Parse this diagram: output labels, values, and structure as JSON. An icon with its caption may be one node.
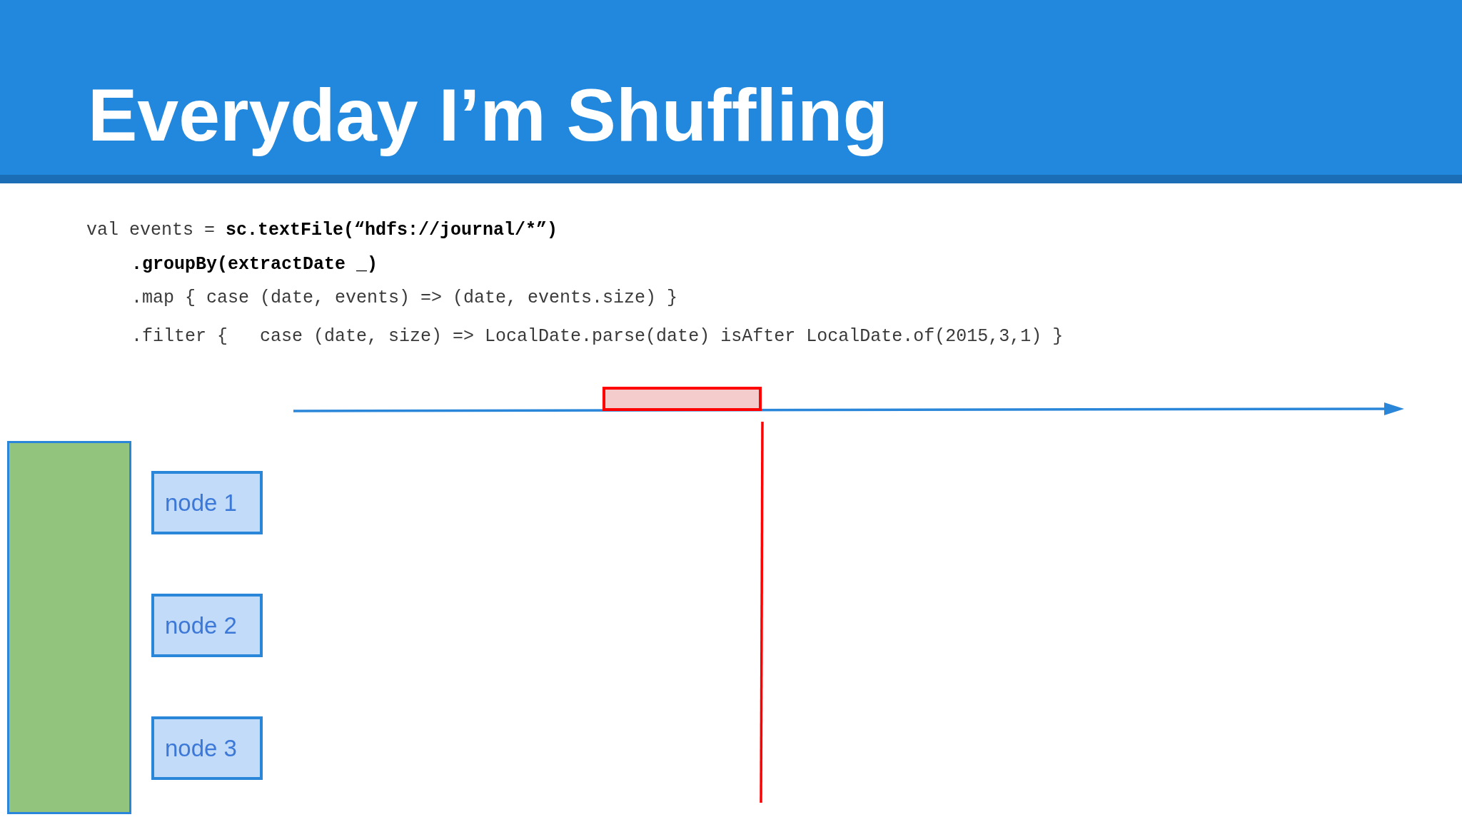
{
  "diagram": {
    "title": "Everyday I’m Shuffling",
    "nodes": [
      {
        "text": [],
        "shape": "box"
      },
      {
        "text": [],
        "shape": "box"
      },
      {
        "text": [
          "node 1"
        ]
      },
      {
        "text": [
          "node 2"
        ]
      },
      {
        "text": [
          "node 3"
        ]
      }
    ],
    "labels": [
      "val events = **sc.textFile(“hdfs://journal/*”)**",
      ".groupBy(extractDate _)",
      ".map { case (date, events) => (date, events.size) }",
      ".filter {   case (date, size) => LocalDate.parse(date) isAfter LocalDate.of(2015,3,1) }"
    ]
  }
}
